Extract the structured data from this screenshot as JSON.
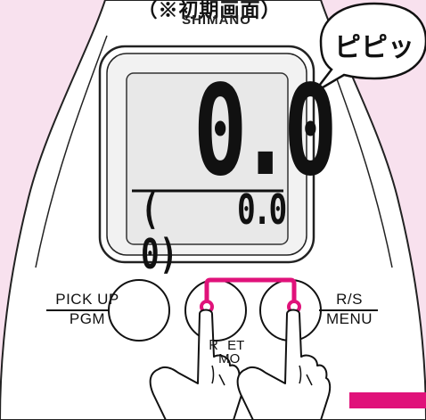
{
  "caption": "（※初期画面）",
  "brand": "SHIMANO",
  "bubble": "ピピッ",
  "display": {
    "main_value": "0.0",
    "sub_left": "( 0)",
    "sub_right": "0.0"
  },
  "buttons": {
    "pick_up_label": "PICK UP",
    "pgm_label": "PGM",
    "reset_label": "Ｒ  ET\n  MO",
    "rs_label": "R/S",
    "menu_label": "MENU"
  },
  "colors": {
    "background": "#f8e1ee",
    "accent": "#e0127a",
    "device": "#ffffff",
    "outline": "#222222"
  }
}
